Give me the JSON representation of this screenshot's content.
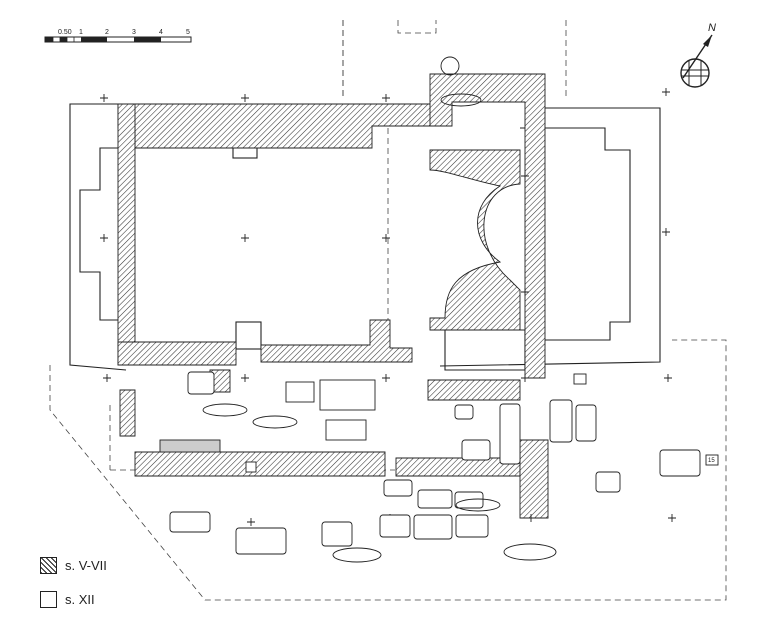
{
  "scale_bar": {
    "labels": [
      "0.50",
      "1",
      "2",
      "3",
      "4",
      "5"
    ]
  },
  "north_arrow": {
    "label": "N"
  },
  "grave_tag": {
    "label": "15"
  },
  "legend": [
    {
      "key": "hatched",
      "label": "s. V-VII"
    },
    {
      "key": "plain",
      "label": "s. XII"
    }
  ]
}
